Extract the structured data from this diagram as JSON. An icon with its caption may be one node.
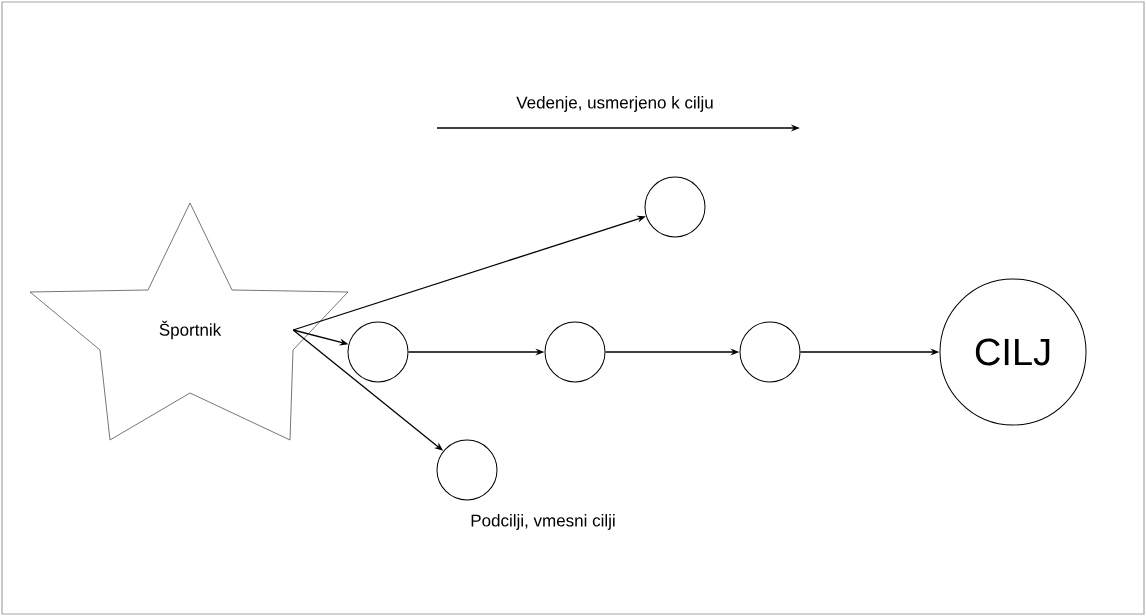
{
  "diagram": {
    "nodes": [
      {
        "text": [
          "Športnik"
        ]
      },
      {
        "text": [],
        "shape": "circle"
      },
      {
        "text": [],
        "shape": "circle"
      },
      {
        "text": [],
        "shape": "circle"
      },
      {
        "text": [],
        "shape": "circle"
      },
      {
        "text": [
          "CILJ"
        ]
      },
      {
        "text": [],
        "shape": "circle"
      }
    ],
    "edges": [
      {
        "from": 0,
        "to": 1,
        "arrow": "to"
      },
      {
        "from": 0,
        "to": 2,
        "arrow": "to"
      },
      {
        "from": 0,
        "to": 6,
        "arrow": "to"
      },
      {
        "from": 2,
        "to": 3,
        "arrow": "to"
      },
      {
        "from": 3,
        "to": 4,
        "arrow": "to"
      },
      {
        "from": 4,
        "to": 5,
        "arrow": "to"
      }
    ],
    "labels": [
      "Vedenje, usmerjeno k cilju",
      "Podcilji, vmesni cilji"
    ]
  }
}
